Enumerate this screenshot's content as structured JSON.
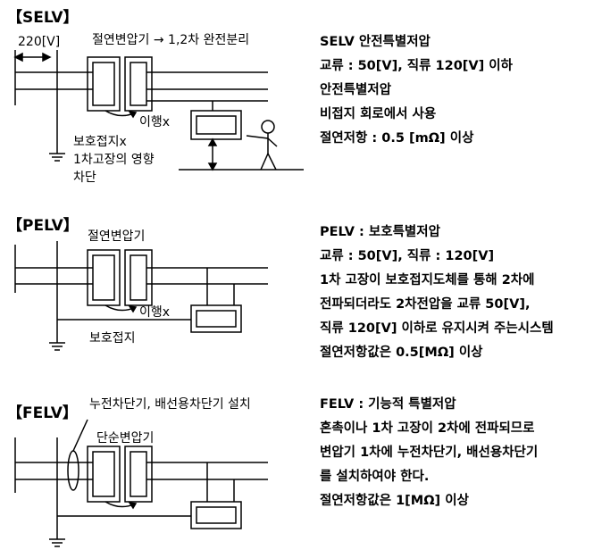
{
  "selv": {
    "heading": "【SELV】",
    "voltage_label": "220[V]",
    "transformer_label": "절연변압기 → 1,2차 완전분리",
    "move_label": "이행x",
    "earth_label_1": "보호접지x",
    "earth_label_2": "1차고장의 영향",
    "earth_label_3": "차단",
    "desc": [
      "SELV  안전특별저압",
      "교류 : 50[V], 직류 120[V] 이하",
      "안전특별저압",
      "비접지 회로에서 사용",
      "절연저항 : 0.5 [mΩ] 이상"
    ]
  },
  "pelv": {
    "heading": "【PELV】",
    "transformer_label": "절연변압기",
    "move_label": "이행x",
    "earth_label": "보호접지",
    "desc": [
      "PELV : 보호특별저압",
      "교류 : 50[V], 직류 : 120[V]",
      "1차 고장이 보호접지도체를 통해 2차에",
      "전파되더라도 2차전압을 교류 50[V],",
      "직류 120[V] 이하로 유지시켜 주는시스템",
      "절연저항값은 0.5[MΩ] 이상"
    ]
  },
  "felv": {
    "heading": "【FELV】",
    "breaker_label": "누전차단기, 배선용차단기 설치",
    "transformer_label": "단순변압기",
    "desc": [
      "FELV : 기능적 특별저압",
      "혼촉이나 1차 고장이 2차에 전파되므로",
      "변압기 1차에 누전차단기, 배선용차단기",
      "를 설치하여야 한다.",
      "절연저항값은 1[MΩ] 이상"
    ]
  }
}
